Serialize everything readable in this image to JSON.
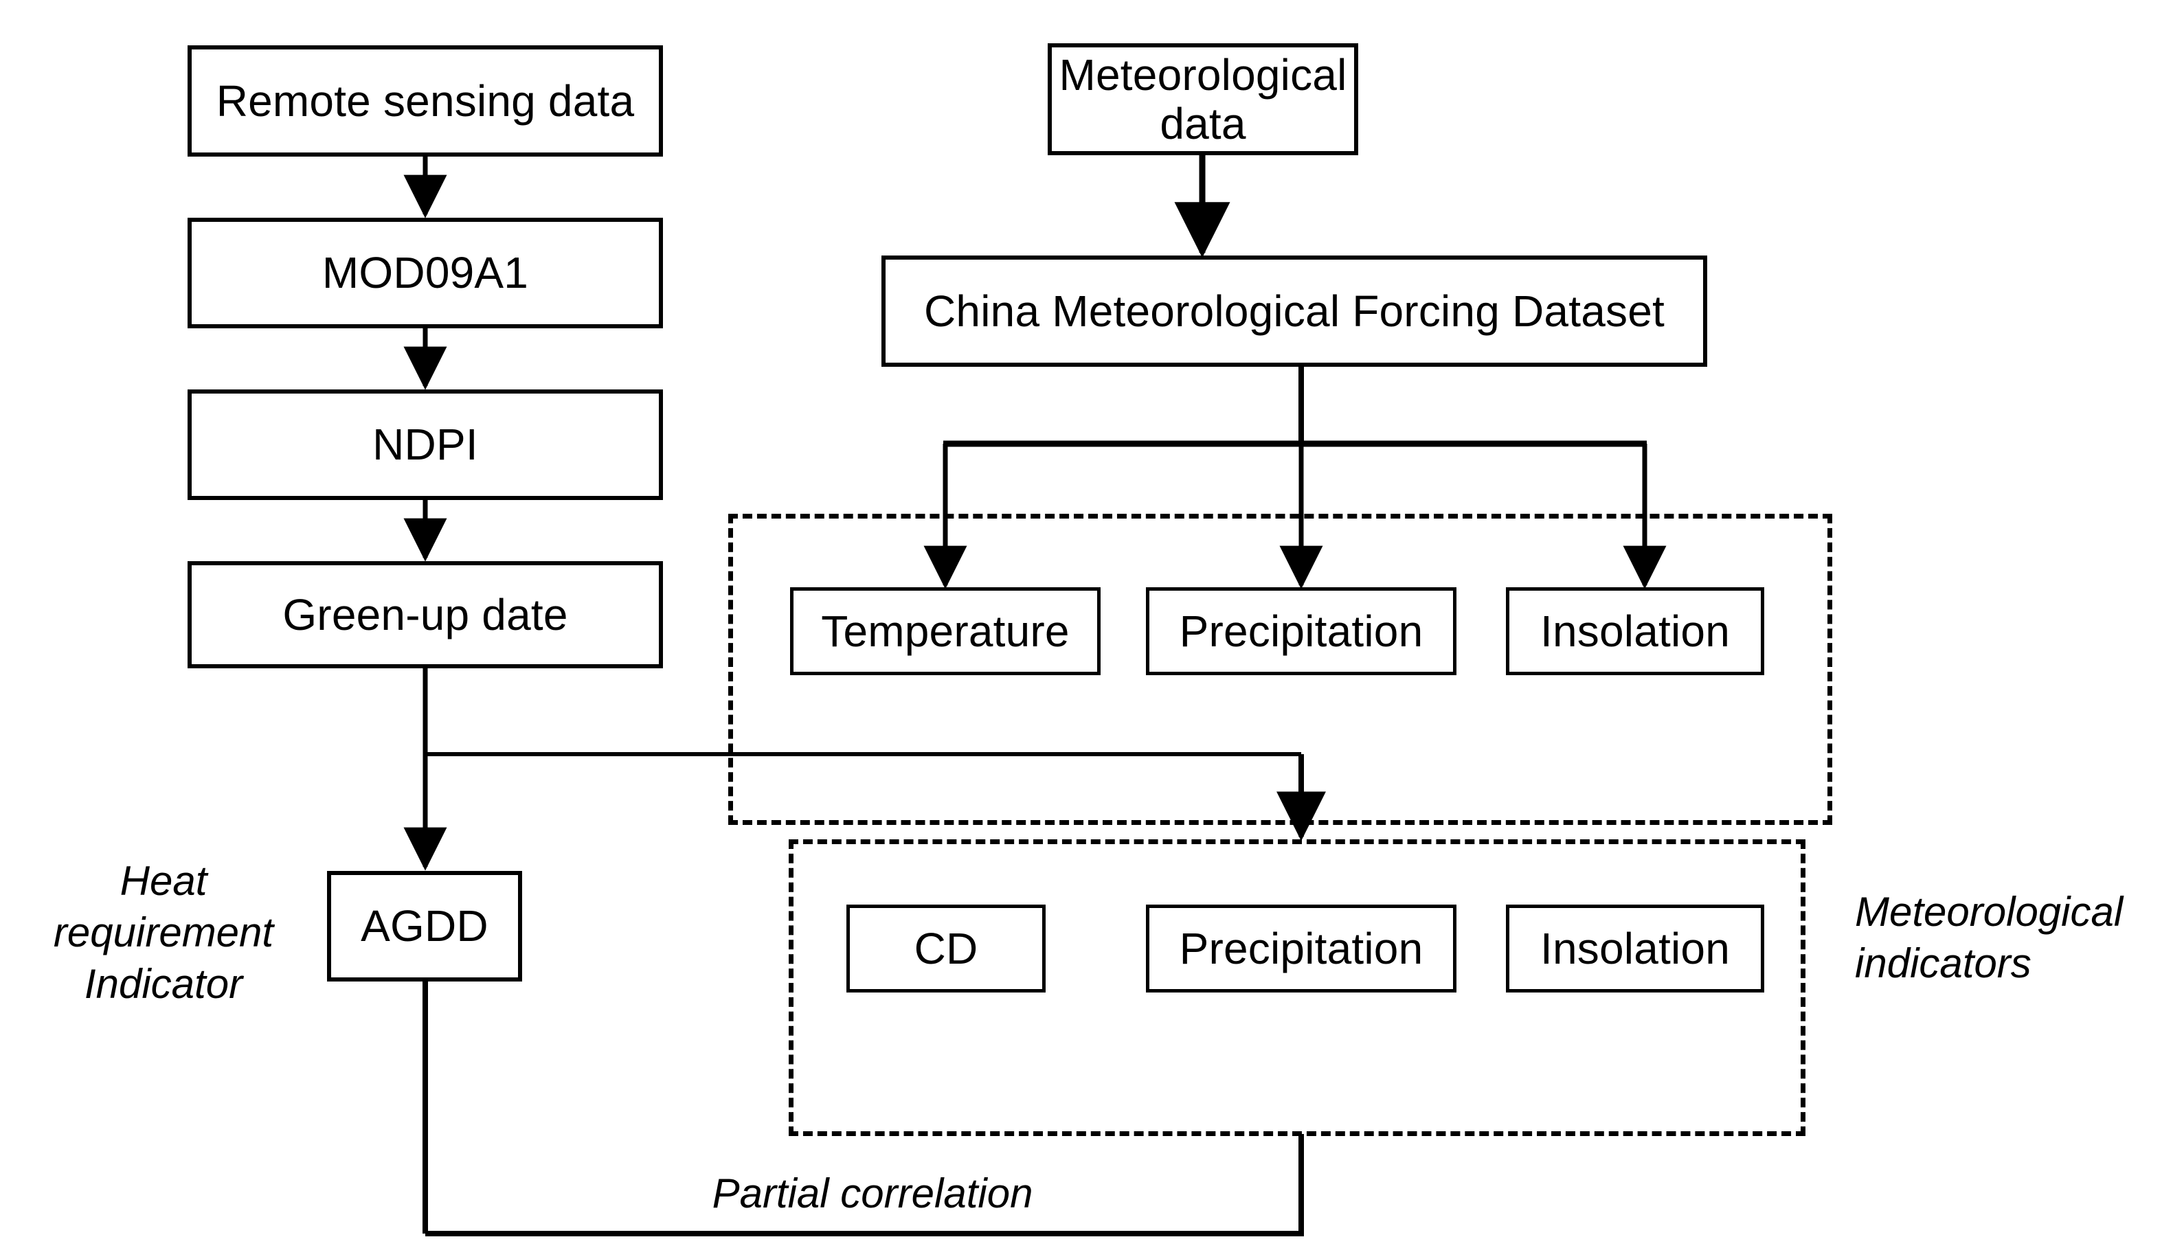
{
  "diagram": {
    "title": "Green-up date and meteorological indicator analysis flowchart",
    "stroke_color": "#000000",
    "background_color": "#ffffff"
  },
  "nodes": {
    "remote_sensing_data": "Remote sensing data",
    "mod09a1": "MOD09A1",
    "ndpi": "NDPI",
    "greenup_date": "Green-up date",
    "agdd": "AGDD",
    "meteorological_data": "Meteorological data",
    "cmfd": "China Meteorological Forcing Dataset",
    "temperature": "Temperature",
    "precipitation_top": "Precipitation",
    "insolation_top": "Insolation",
    "cd": "CD",
    "precipitation_bottom": "Precipitation",
    "insolation_bottom": "Insolation"
  },
  "annotations": {
    "heat_requirement_indicator": "Heat\nrequirement\nIndicator",
    "meteorological_indicators": "Meteorological\nindicators",
    "partial_correlation": "Partial correlation"
  },
  "groups": {
    "meteorological_variables_box": "meteorological-variables-dashed-group",
    "meteorological_indicators_box": "meteorological-indicators-dashed-group"
  }
}
